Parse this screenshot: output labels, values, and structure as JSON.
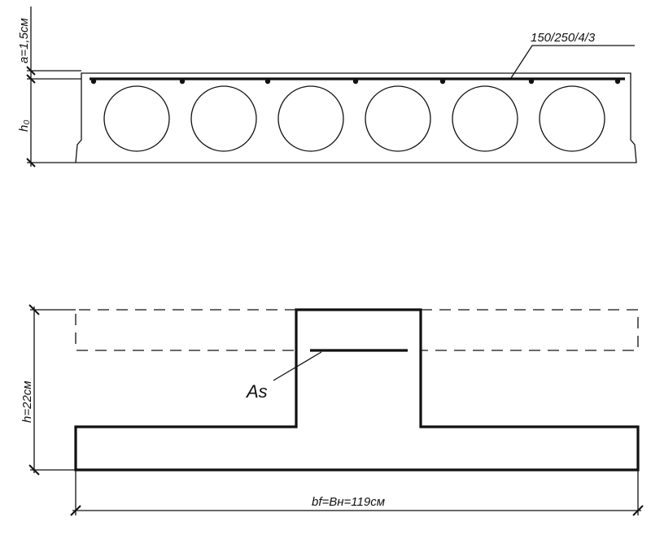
{
  "top_section": {
    "cover_label": "a=1,5см",
    "height_label": "h₀",
    "mesh_label": "150/250/4/3",
    "void_count": 6
  },
  "bottom_section": {
    "height_label": "h=22см",
    "rebar_label": "As",
    "width_label": "bf=Bн=119см"
  }
}
